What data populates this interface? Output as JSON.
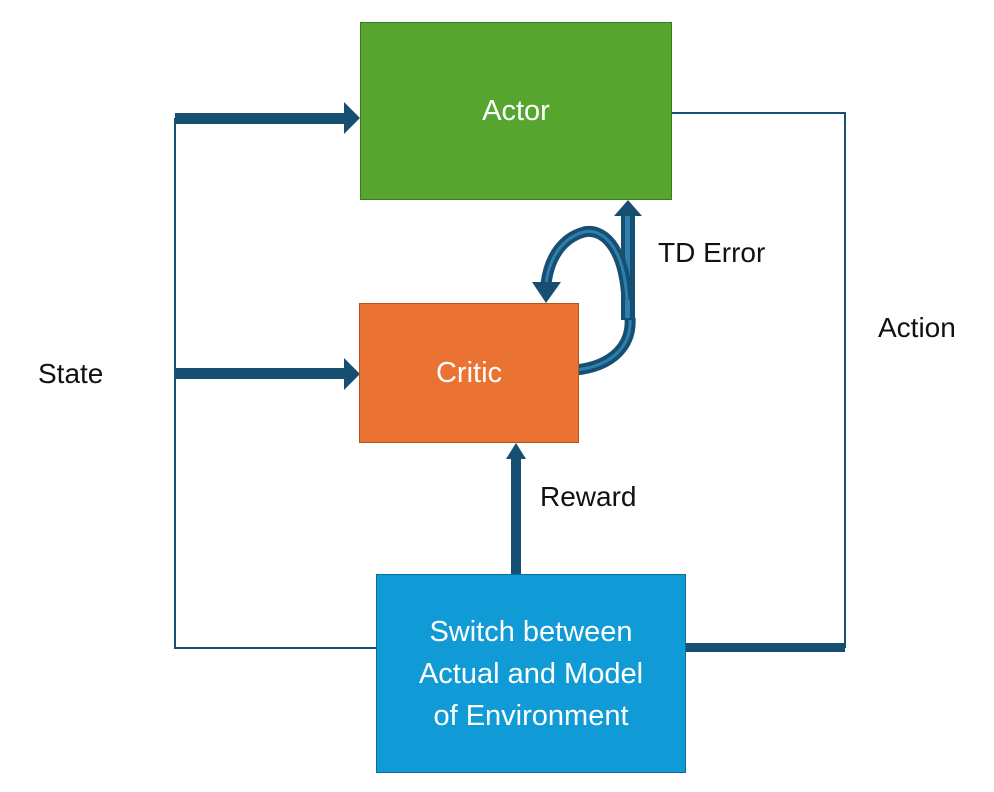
{
  "nodes": {
    "actor": "Actor",
    "critic": "Critic",
    "environment": "Switch between\nActual and Model\nof  Environment"
  },
  "edges": {
    "state": "State",
    "td_error": "TD Error",
    "action": "Action",
    "reward": "Reward"
  },
  "colors": {
    "actor": "#55a52e",
    "critic": "#ea7232",
    "environment": "#119bd6",
    "arrow": "#174f73"
  }
}
